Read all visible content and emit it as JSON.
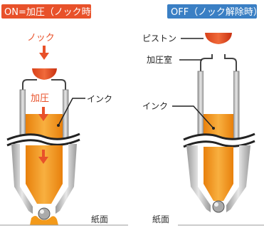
{
  "left_panel": {
    "badge": "ON=加圧（ノック時）",
    "badge_color": "#e8512a",
    "knock_label": "ノック",
    "pressure_label": "加圧",
    "ink_label": "インク",
    "paper_label": "紙面"
  },
  "right_panel": {
    "badge": "OFF（ノック解除時）",
    "badge_color": "#3a7fc4",
    "piston_label": "ピストン",
    "chamber_label": "加圧室",
    "ink_label": "インク",
    "paper_label": "紙面"
  },
  "colors": {
    "ink": "#f39a1a",
    "ink_light": "#f7b84a",
    "red": "#e8512a",
    "gray": "#b8b8b8",
    "outline": "#333333"
  }
}
